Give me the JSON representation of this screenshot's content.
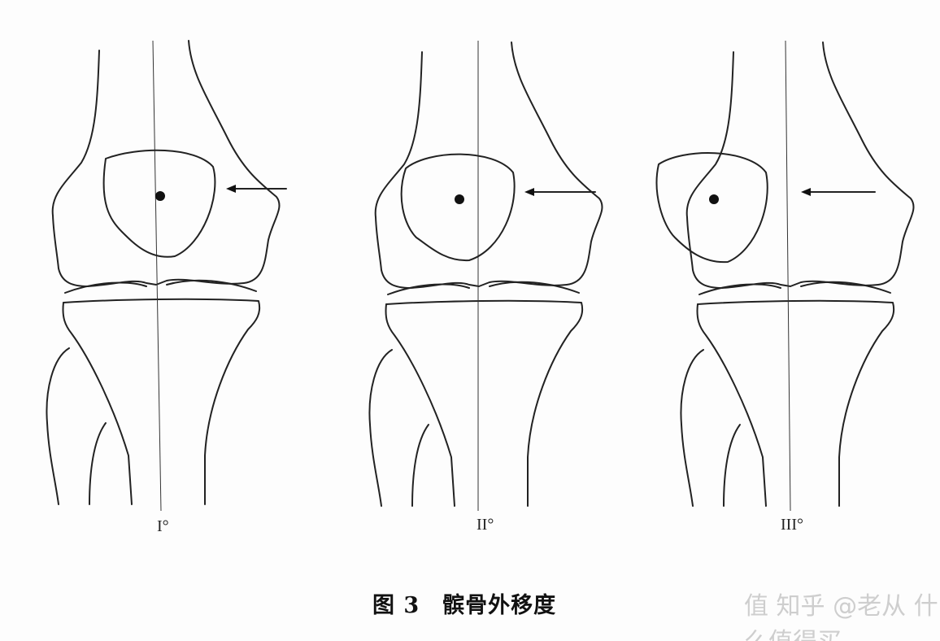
{
  "figure": {
    "caption_number": "图 3",
    "caption_title": "髌骨外移度",
    "panels": [
      {
        "label": "I°",
        "patella_shift": "none"
      },
      {
        "label": "II°",
        "patella_shift": "partial"
      },
      {
        "label": "III°",
        "patella_shift": "complete"
      }
    ]
  },
  "watermark": "值 知乎 @老从 什么值得买"
}
